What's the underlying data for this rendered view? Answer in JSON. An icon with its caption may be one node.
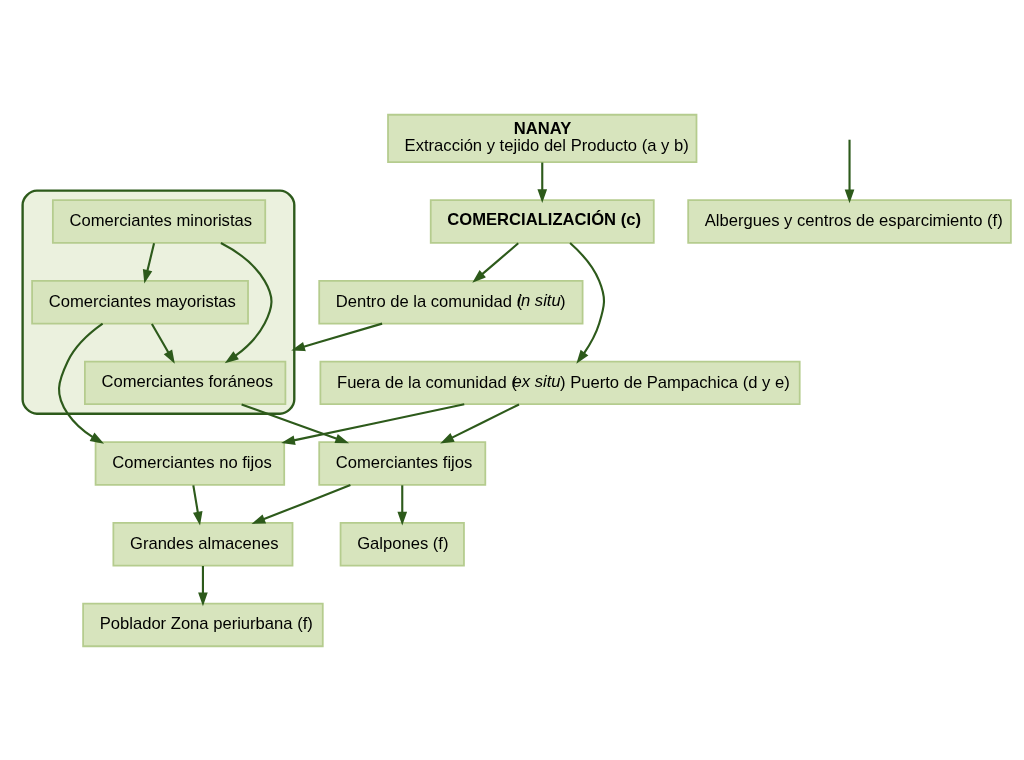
{
  "diagram": {
    "nodes": [
      {
        "text": [
          "NANAY",
          "Extracción y tejido del Producto (a y b)"
        ]
      },
      {
        "text": [
          "COMERCIALIZACIÓN (c)"
        ]
      },
      {
        "text": [
          "Dentro de la comunidad (*in situ*)"
        ]
      },
      {
        "text": [
          "Fuera de la comunidad (*ex situ*) Puerto de Pampachica (d y e)"
        ]
      },
      {
        "text": [
          "Comerciantes fijos"
        ]
      },
      {
        "text": [
          "Comerciantes no fijos"
        ]
      },
      {
        "text": [],
        "shape": "box"
      },
      {
        "text": [
          "Comerciantes foráneos"
        ],
        "in": 6
      },
      {
        "text": [
          "Comerciantes mayoristas"
        ],
        "in": 6
      },
      {
        "text": [
          "Comerciantes minoristas"
        ],
        "in": 6
      },
      {
        "text": [
          "Galpones (f)"
        ]
      },
      {
        "text": [
          "Grandes almacenes"
        ]
      },
      {
        "text": [
          "Poblador Zona periurbana (f)"
        ]
      },
      {
        "text": [
          "Albergues y centros de esparcimiento (f)"
        ]
      }
    ],
    "edges": [
      {
        "from": 0,
        "to": 1,
        "arrow": "to"
      },
      {
        "from": 1,
        "to": 2,
        "arrow": "to"
      },
      {
        "from": 1,
        "to": 3,
        "arrow": "to"
      },
      {
        "from": 3,
        "to": 4,
        "arrow": "to"
      },
      {
        "from": 3,
        "to": 5,
        "arrow": "to"
      },
      {
        "from": 2,
        "to": 6,
        "arrow": "to"
      },
      {
        "from": 9,
        "to": 8,
        "arrow": "to"
      },
      {
        "from": 8,
        "to": 7,
        "arrow": "to"
      },
      {
        "from": 9,
        "to": 7,
        "arrow": "to"
      },
      {
        "from": 7,
        "to": 4,
        "arrow": "to"
      },
      {
        "from": 4,
        "to": 10,
        "arrow": "to"
      },
      {
        "from": 4,
        "to": 11,
        "arrow": "to"
      },
      {
        "from": 8,
        "to": 5,
        "arrow": "to"
      },
      {
        "from": 5,
        "to": 11,
        "arrow": "to"
      },
      {
        "from": 11,
        "to": 12,
        "arrow": "to"
      },
      {
        "from": null,
        "to": 13,
        "arrow": "to"
      }
    ]
  }
}
